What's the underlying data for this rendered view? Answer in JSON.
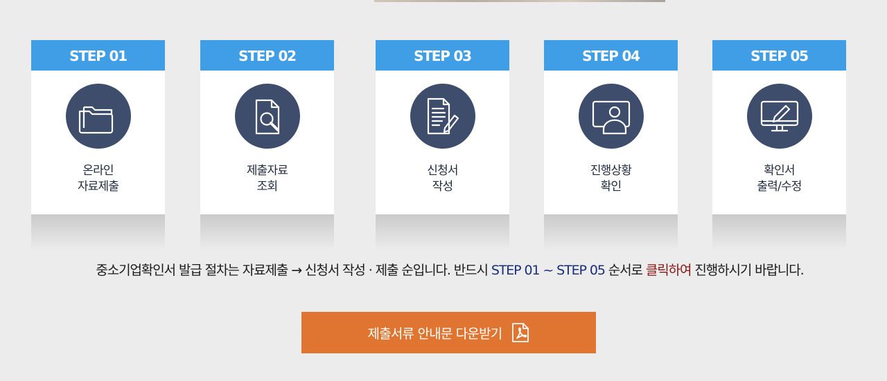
{
  "steps": [
    {
      "step_label": "STEP 01",
      "label_line1": "온라인",
      "label_line2": "자료제출",
      "icon": "folder-icon"
    },
    {
      "step_label": "STEP 02",
      "label_line1": "제출자료",
      "label_line2": "조회",
      "icon": "document-search-icon"
    },
    {
      "step_label": "STEP 03",
      "label_line1": "신청서",
      "label_line2": "작성",
      "icon": "document-edit-icon"
    },
    {
      "step_label": "STEP 04",
      "label_line1": "진행상황",
      "label_line2": "확인",
      "icon": "monitor-user-icon"
    },
    {
      "step_label": "STEP 05",
      "label_line1": "확인서",
      "label_line2": "출력/수정",
      "icon": "monitor-pen-icon"
    }
  ],
  "notice": {
    "text_start": "중소기업확인서 발급 절차는 자료제출 → 신청서 작성 · 제출 순입니다. 반드시 ",
    "step_range": "STEP 01 ~ STEP 05",
    "text_mid": " 순서로 ",
    "click_text": "클릭하여",
    "text_end": " 진행하시기 바랍니다."
  },
  "download": {
    "label": "제출서류 안내문 다운받기",
    "icon": "pdf-icon"
  },
  "colors": {
    "step_header": "#3f9ee6",
    "icon_circle": "#3d4d6b",
    "download_button": "#e07531",
    "highlight_blue": "#1a2e7a",
    "highlight_red": "#8a1414"
  }
}
